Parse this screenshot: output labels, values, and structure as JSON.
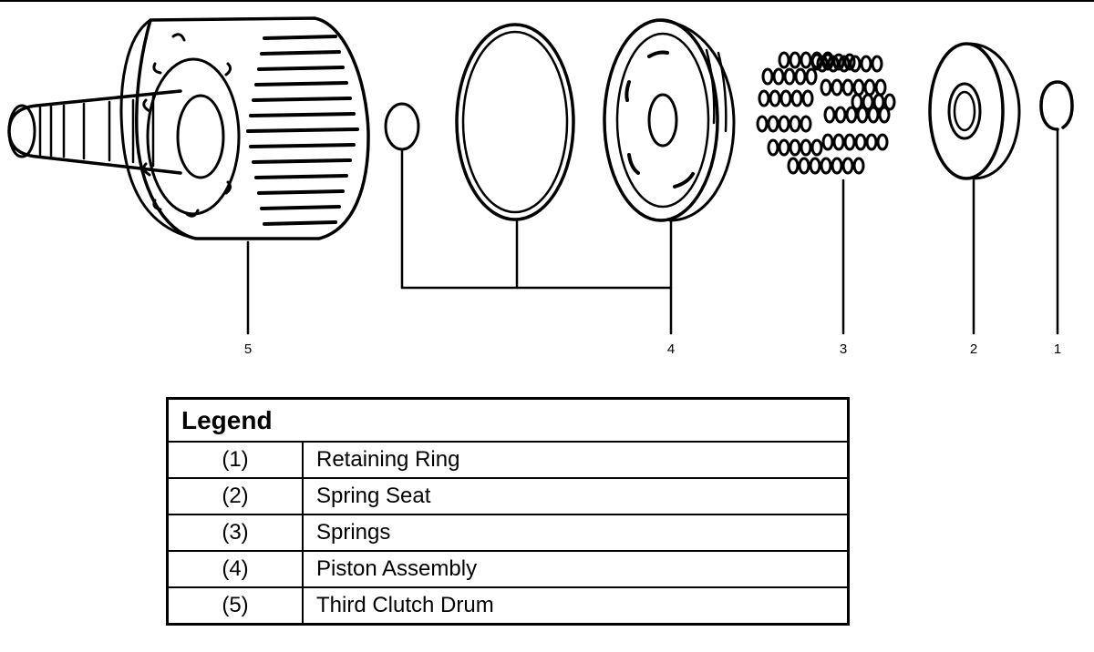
{
  "callouts": {
    "c5": "5",
    "c4": "4",
    "c3": "3",
    "c2": "2",
    "c1": "1"
  },
  "legend": {
    "title": "Legend",
    "rows": [
      {
        "code": "(1)",
        "desc": "Retaining Ring"
      },
      {
        "code": "(2)",
        "desc": "Spring Seat"
      },
      {
        "code": "(3)",
        "desc": "Springs"
      },
      {
        "code": "(4)",
        "desc": "Piston Assembly"
      },
      {
        "code": "(5)",
        "desc": "Third Clutch Drum"
      }
    ]
  },
  "colors": {
    "ink": "#000000",
    "paper": "#ffffff"
  }
}
